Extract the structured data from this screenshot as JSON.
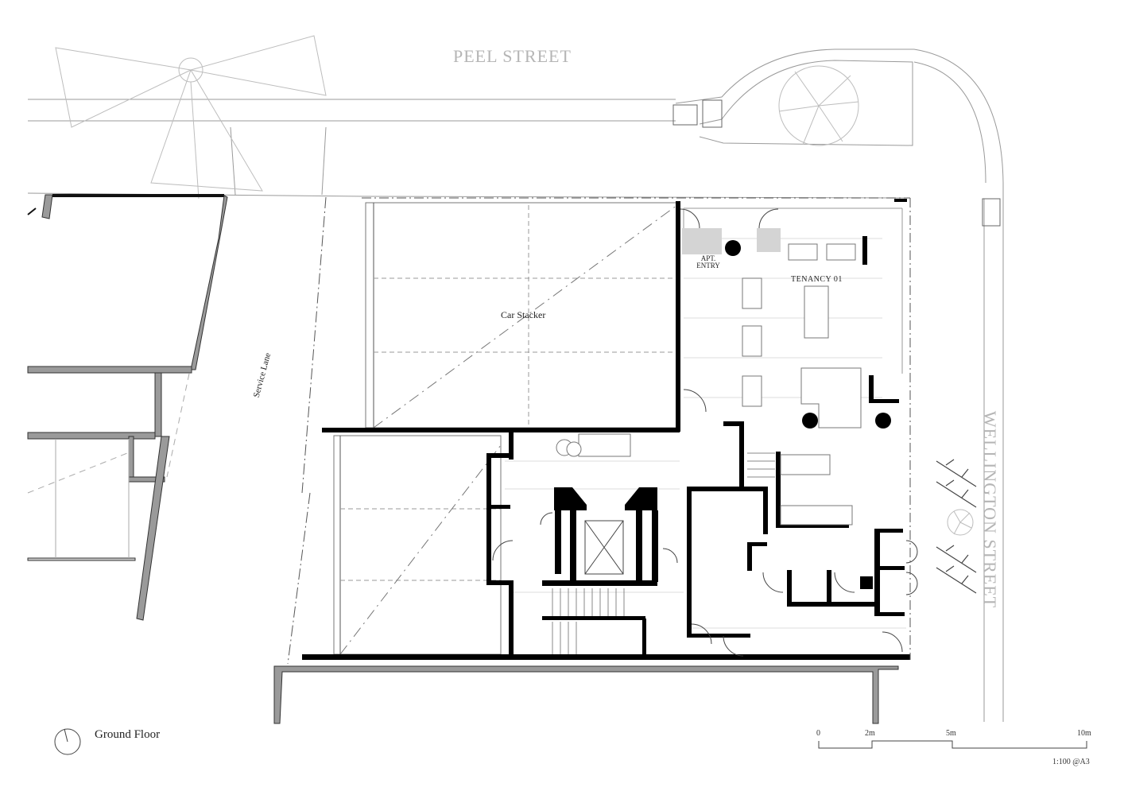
{
  "drawing": {
    "title": "Ground Floor",
    "scale_ratio": "1:100 @A3",
    "scale_bar": {
      "ticks": [
        "0",
        "2m",
        "5m",
        "10m"
      ]
    }
  },
  "streets": {
    "north": "PEEL   STREET",
    "east": "WELLINGTON   STREET",
    "west_lane": "Service Lane"
  },
  "rooms": {
    "car_stacker": "Car Stacker",
    "tenancy": "TENANCY 01",
    "apt_entry_line1": "APT.",
    "apt_entry_line2": "ENTRY"
  },
  "colors": {
    "wall": "#000000",
    "neighbour_wall": "#9a9a9a",
    "context_line": "#bdbdbd",
    "grid_line": "#d9d9d9",
    "street_text": "#b5b5b5"
  }
}
